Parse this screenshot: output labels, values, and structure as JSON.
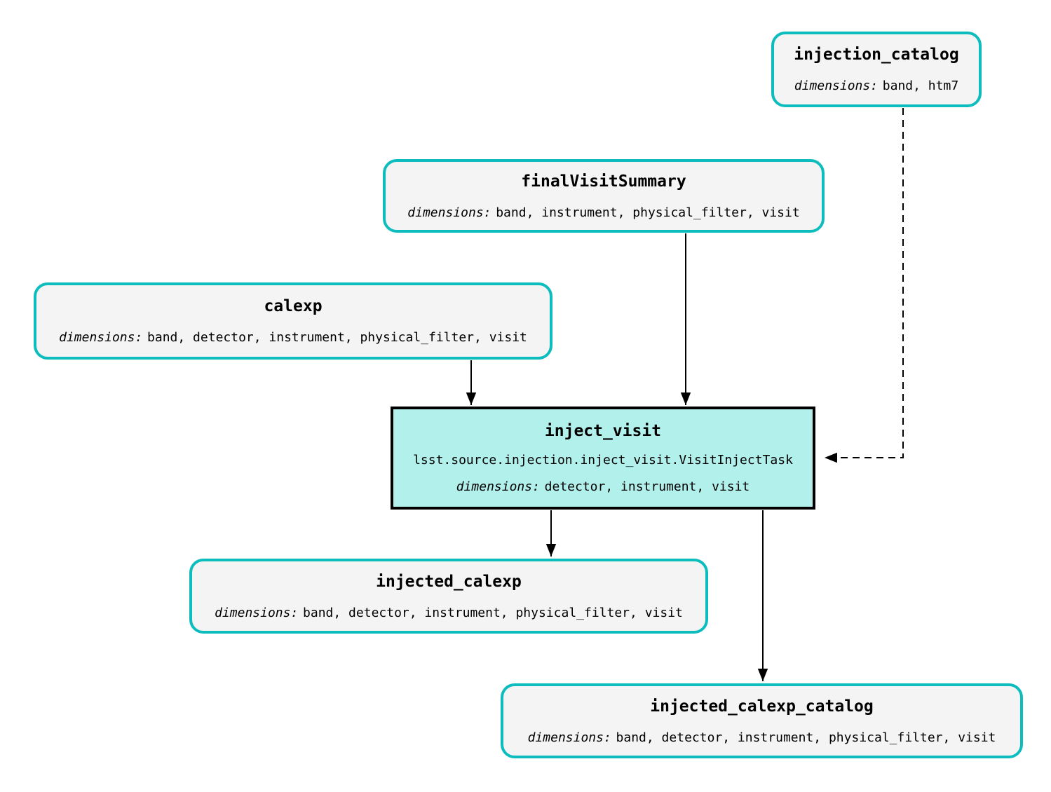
{
  "dimensions_label": "dimensions:",
  "nodes": [
    {
      "id": "injection_catalog",
      "kind": "dataset",
      "title": "injection_catalog",
      "dimensions": "band, htm7"
    },
    {
      "id": "finalVisitSummary",
      "kind": "dataset",
      "title": "finalVisitSummary",
      "dimensions": "band, instrument, physical_filter, visit"
    },
    {
      "id": "calexp",
      "kind": "dataset",
      "title": "calexp",
      "dimensions": "band, detector, instrument, physical_filter, visit"
    },
    {
      "id": "inject_visit",
      "kind": "task",
      "title": "inject_visit",
      "task_class": "lsst.source.injection.inject_visit.VisitInjectTask",
      "dimensions": "detector, instrument, visit"
    },
    {
      "id": "injected_calexp",
      "kind": "dataset",
      "title": "injected_calexp",
      "dimensions": "band, detector, instrument, physical_filter, visit"
    },
    {
      "id": "injected_calexp_catalog",
      "kind": "dataset",
      "title": "injected_calexp_catalog",
      "dimensions": "band, detector, instrument, physical_filter, visit"
    }
  ],
  "edges": [
    {
      "from": "calexp",
      "to": "inject_visit",
      "style": "solid"
    },
    {
      "from": "finalVisitSummary",
      "to": "inject_visit",
      "style": "solid"
    },
    {
      "from": "injection_catalog",
      "to": "inject_visit",
      "style": "dashed"
    },
    {
      "from": "inject_visit",
      "to": "injected_calexp",
      "style": "solid"
    },
    {
      "from": "inject_visit",
      "to": "injected_calexp_catalog",
      "style": "solid"
    }
  ],
  "colors": {
    "dataset_border": "#0dbdbd",
    "dataset_fill": "#f4f4f4",
    "task_fill": "#b2f0ec",
    "task_border": "#000000",
    "edge": "#000000",
    "background": "#ffffff"
  }
}
